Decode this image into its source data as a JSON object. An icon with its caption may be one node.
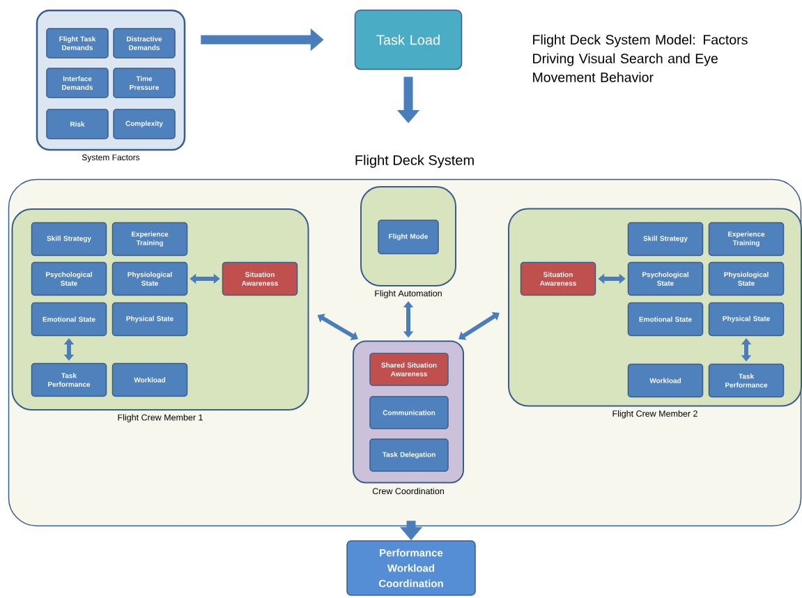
{
  "diagram": {
    "title": "Flight Deck System Model: Factors Driving Visual Search and Eye Movement Behavior",
    "nodes": [
      {
        "text": [
          "System Factors"
        ]
      },
      {
        "text": [
          "Flight Task Demands"
        ],
        "in": 0
      },
      {
        "text": [
          "Distractive Demands"
        ],
        "in": 0
      },
      {
        "text": [
          "Interface Demands"
        ],
        "in": 0
      },
      {
        "text": [
          "Time Pressure"
        ],
        "in": 0
      },
      {
        "text": [
          "Risk"
        ],
        "in": 0
      },
      {
        "text": [
          "Complexity"
        ],
        "in": 0
      },
      {
        "text": [
          "Task Load"
        ]
      },
      {
        "text": [
          "Flight Deck System"
        ]
      },
      {
        "text": [
          "Flight Crew Member 1"
        ],
        "in": 8
      },
      {
        "text": [
          "Skill Strategy"
        ],
        "in": 9
      },
      {
        "text": [
          "Experience Training"
        ],
        "in": 9
      },
      {
        "text": [
          "Psychological State"
        ],
        "in": 9
      },
      {
        "text": [
          "Physiological State"
        ],
        "in": 9
      },
      {
        "text": [
          "Situation Awareness"
        ],
        "in": 9
      },
      {
        "text": [
          "Emotional State"
        ],
        "in": 9
      },
      {
        "text": [
          "Physical State"
        ],
        "in": 9
      },
      {
        "text": [
          "Task Performance"
        ],
        "in": 9
      },
      {
        "text": [
          "Workload"
        ],
        "in": 9
      },
      {
        "text": [
          "Flight Automation"
        ],
        "in": 8
      },
      {
        "text": [
          "Flight Mode"
        ],
        "in": 19
      },
      {
        "text": [
          "Crew Coordination"
        ],
        "in": 8
      },
      {
        "text": [
          "Shared Situation Awareness"
        ],
        "in": 21
      },
      {
        "text": [
          "Communication"
        ],
        "in": 21
      },
      {
        "text": [
          "Task Delegation"
        ],
        "in": 21
      },
      {
        "text": [
          "Flight Crew Member 2"
        ],
        "in": 8
      },
      {
        "text": [
          "Skill Strategy"
        ],
        "in": 25
      },
      {
        "text": [
          "Experience Training"
        ],
        "in": 25
      },
      {
        "text": [
          "Situation Awareness"
        ],
        "in": 25
      },
      {
        "text": [
          "Psychological State"
        ],
        "in": 25
      },
      {
        "text": [
          "Physiological State"
        ],
        "in": 25
      },
      {
        "text": [
          "Emotional State"
        ],
        "in": 25
      },
      {
        "text": [
          "Physical State"
        ],
        "in": 25
      },
      {
        "text": [
          "Workload"
        ],
        "in": 25
      },
      {
        "text": [
          "Task Performance"
        ],
        "in": 25
      },
      {
        "text": [
          "Performance Workload Coordination"
        ]
      }
    ],
    "edges": [
      {
        "from": 0,
        "to": 7,
        "arrow": "to",
        "style": "thick"
      },
      {
        "from": 7,
        "to": 8,
        "arrow": "to",
        "style": "thick"
      },
      {
        "from": 13,
        "to": 14,
        "arrow": "both"
      },
      {
        "from": 15,
        "to": 17,
        "arrow": "both"
      },
      {
        "from": 9,
        "to": 21,
        "arrow": "both"
      },
      {
        "from": 19,
        "to": 21,
        "arrow": "both"
      },
      {
        "from": 25,
        "to": 21,
        "arrow": "both"
      },
      {
        "from": 28,
        "to": 29,
        "arrow": "both"
      },
      {
        "from": 32,
        "to": 34,
        "arrow": "both"
      },
      {
        "from": 8,
        "to": 35,
        "arrow": "to",
        "style": "thick"
      }
    ]
  }
}
